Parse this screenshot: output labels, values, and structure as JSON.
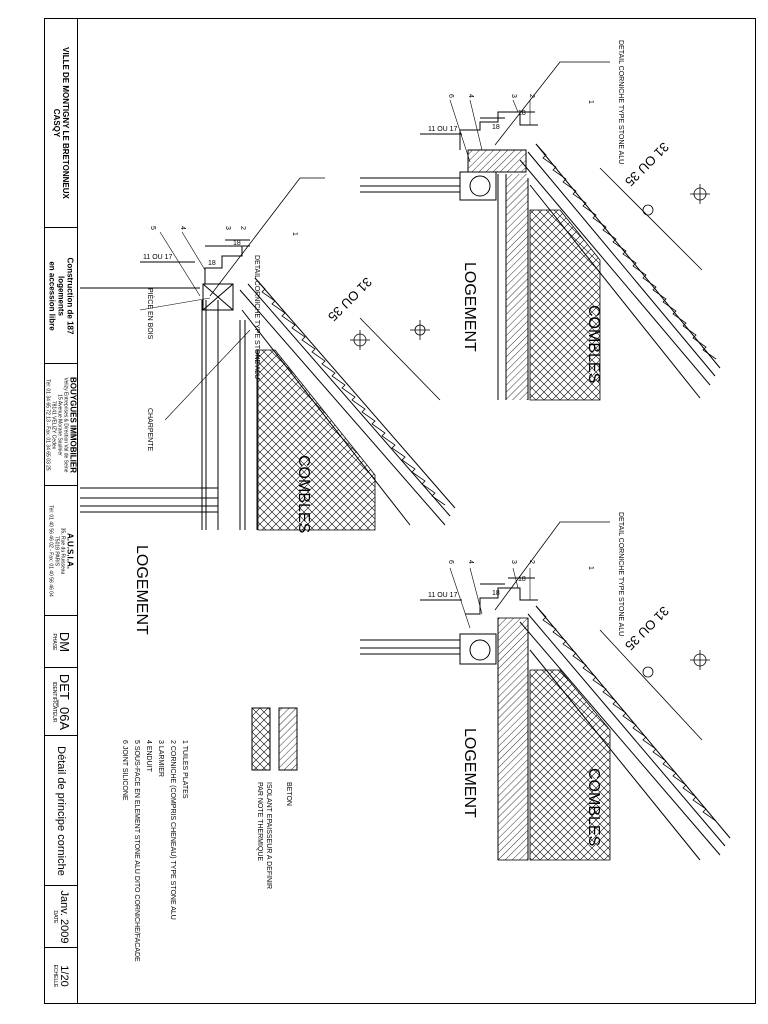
{
  "title_block": {
    "client": "VILLE DE MONTIGNY LE BRETONNEUX",
    "client2": "CASQY",
    "project": "Construction de 187",
    "project2": "logements",
    "project3": "en accession libre",
    "company": "BOUYGUES IMMOBILIER",
    "company_addr1": "Velizy Entreprises & Direction Val de Seine",
    "company_addr2": "15 Avenue Morane Saulnier",
    "company_addr3": "78141 VELIZY Cedex",
    "company_tel": "Tel: 01 34 65 72 13 - Fax: 01 34 65 03 25",
    "architect": "A.U.S.I.A.",
    "architect_addr1": "35, Rue du Ruisseau",
    "architect_addr2": "75018 PARIS",
    "architect_tel": "Tel: 01 40 56 46 02 - Fax: 01 40 56 46 04",
    "phase": "DM",
    "phase_label": "PHASE",
    "identifier": "DET_06A",
    "identifier_label": "IDENTIFICATEUR",
    "sheet_title": "Détail de principe corniche",
    "date": "Janv. 2009",
    "date_label": "DATE",
    "scale": "1/20",
    "scale_label": "ECHELLE"
  },
  "details": {
    "detail_title": "DETAIL CORNICHE TYPE STONE ALU",
    "logement": "LOGEMENT",
    "combles": "COMBLES",
    "slope": "31 OU 35",
    "dim_11_17": "11 OU 17",
    "dim_18": "18",
    "piece_bois": "PIÈCE EN BOIS",
    "charpente": "CHARPENTE",
    "callouts": [
      "1",
      "2",
      "3",
      "4",
      "5",
      "6"
    ]
  },
  "legend": {
    "beton": "BETON",
    "isolant1": "ISOLANT EPAISSEUR A DEFINIR",
    "isolant2": "PAR NOTE THERMIQUE",
    "items": [
      "1 TUILES PLATES",
      "2 CORNICHE (COMPRIS CHENEAU) TYPE STONE ALU",
      "3 LARMIER",
      "4 ENDUIT",
      "5 SOUS-FACE EN ELEMENT STONE ALU DITO CORNICHE/FACADE",
      "6 JOINT SILICONE"
    ]
  }
}
